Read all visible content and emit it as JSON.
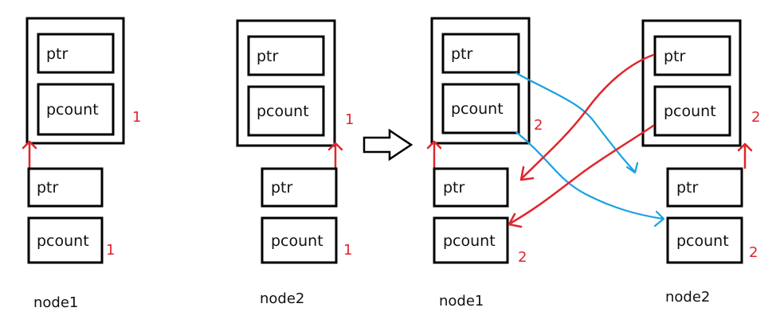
{
  "colors": {
    "stroke": "#000000",
    "count": "#e0262c",
    "forward": "#e0262c",
    "cross": "#1aa1e0"
  },
  "labels": {
    "ptr": "ptr",
    "pcount": "pcount"
  },
  "before": {
    "node1": {
      "name": "node1",
      "inner_count": "1",
      "outer_count": "1"
    },
    "node2": {
      "name": "node2",
      "inner_count": "1",
      "outer_count": "1"
    }
  },
  "transition_icon": "right-arrow-outline-icon",
  "after": {
    "node1": {
      "name": "node1",
      "inner_count": "2",
      "outer_count": "2"
    },
    "node2": {
      "name": "node2",
      "inner_count": "2",
      "outer_count": "2"
    }
  }
}
